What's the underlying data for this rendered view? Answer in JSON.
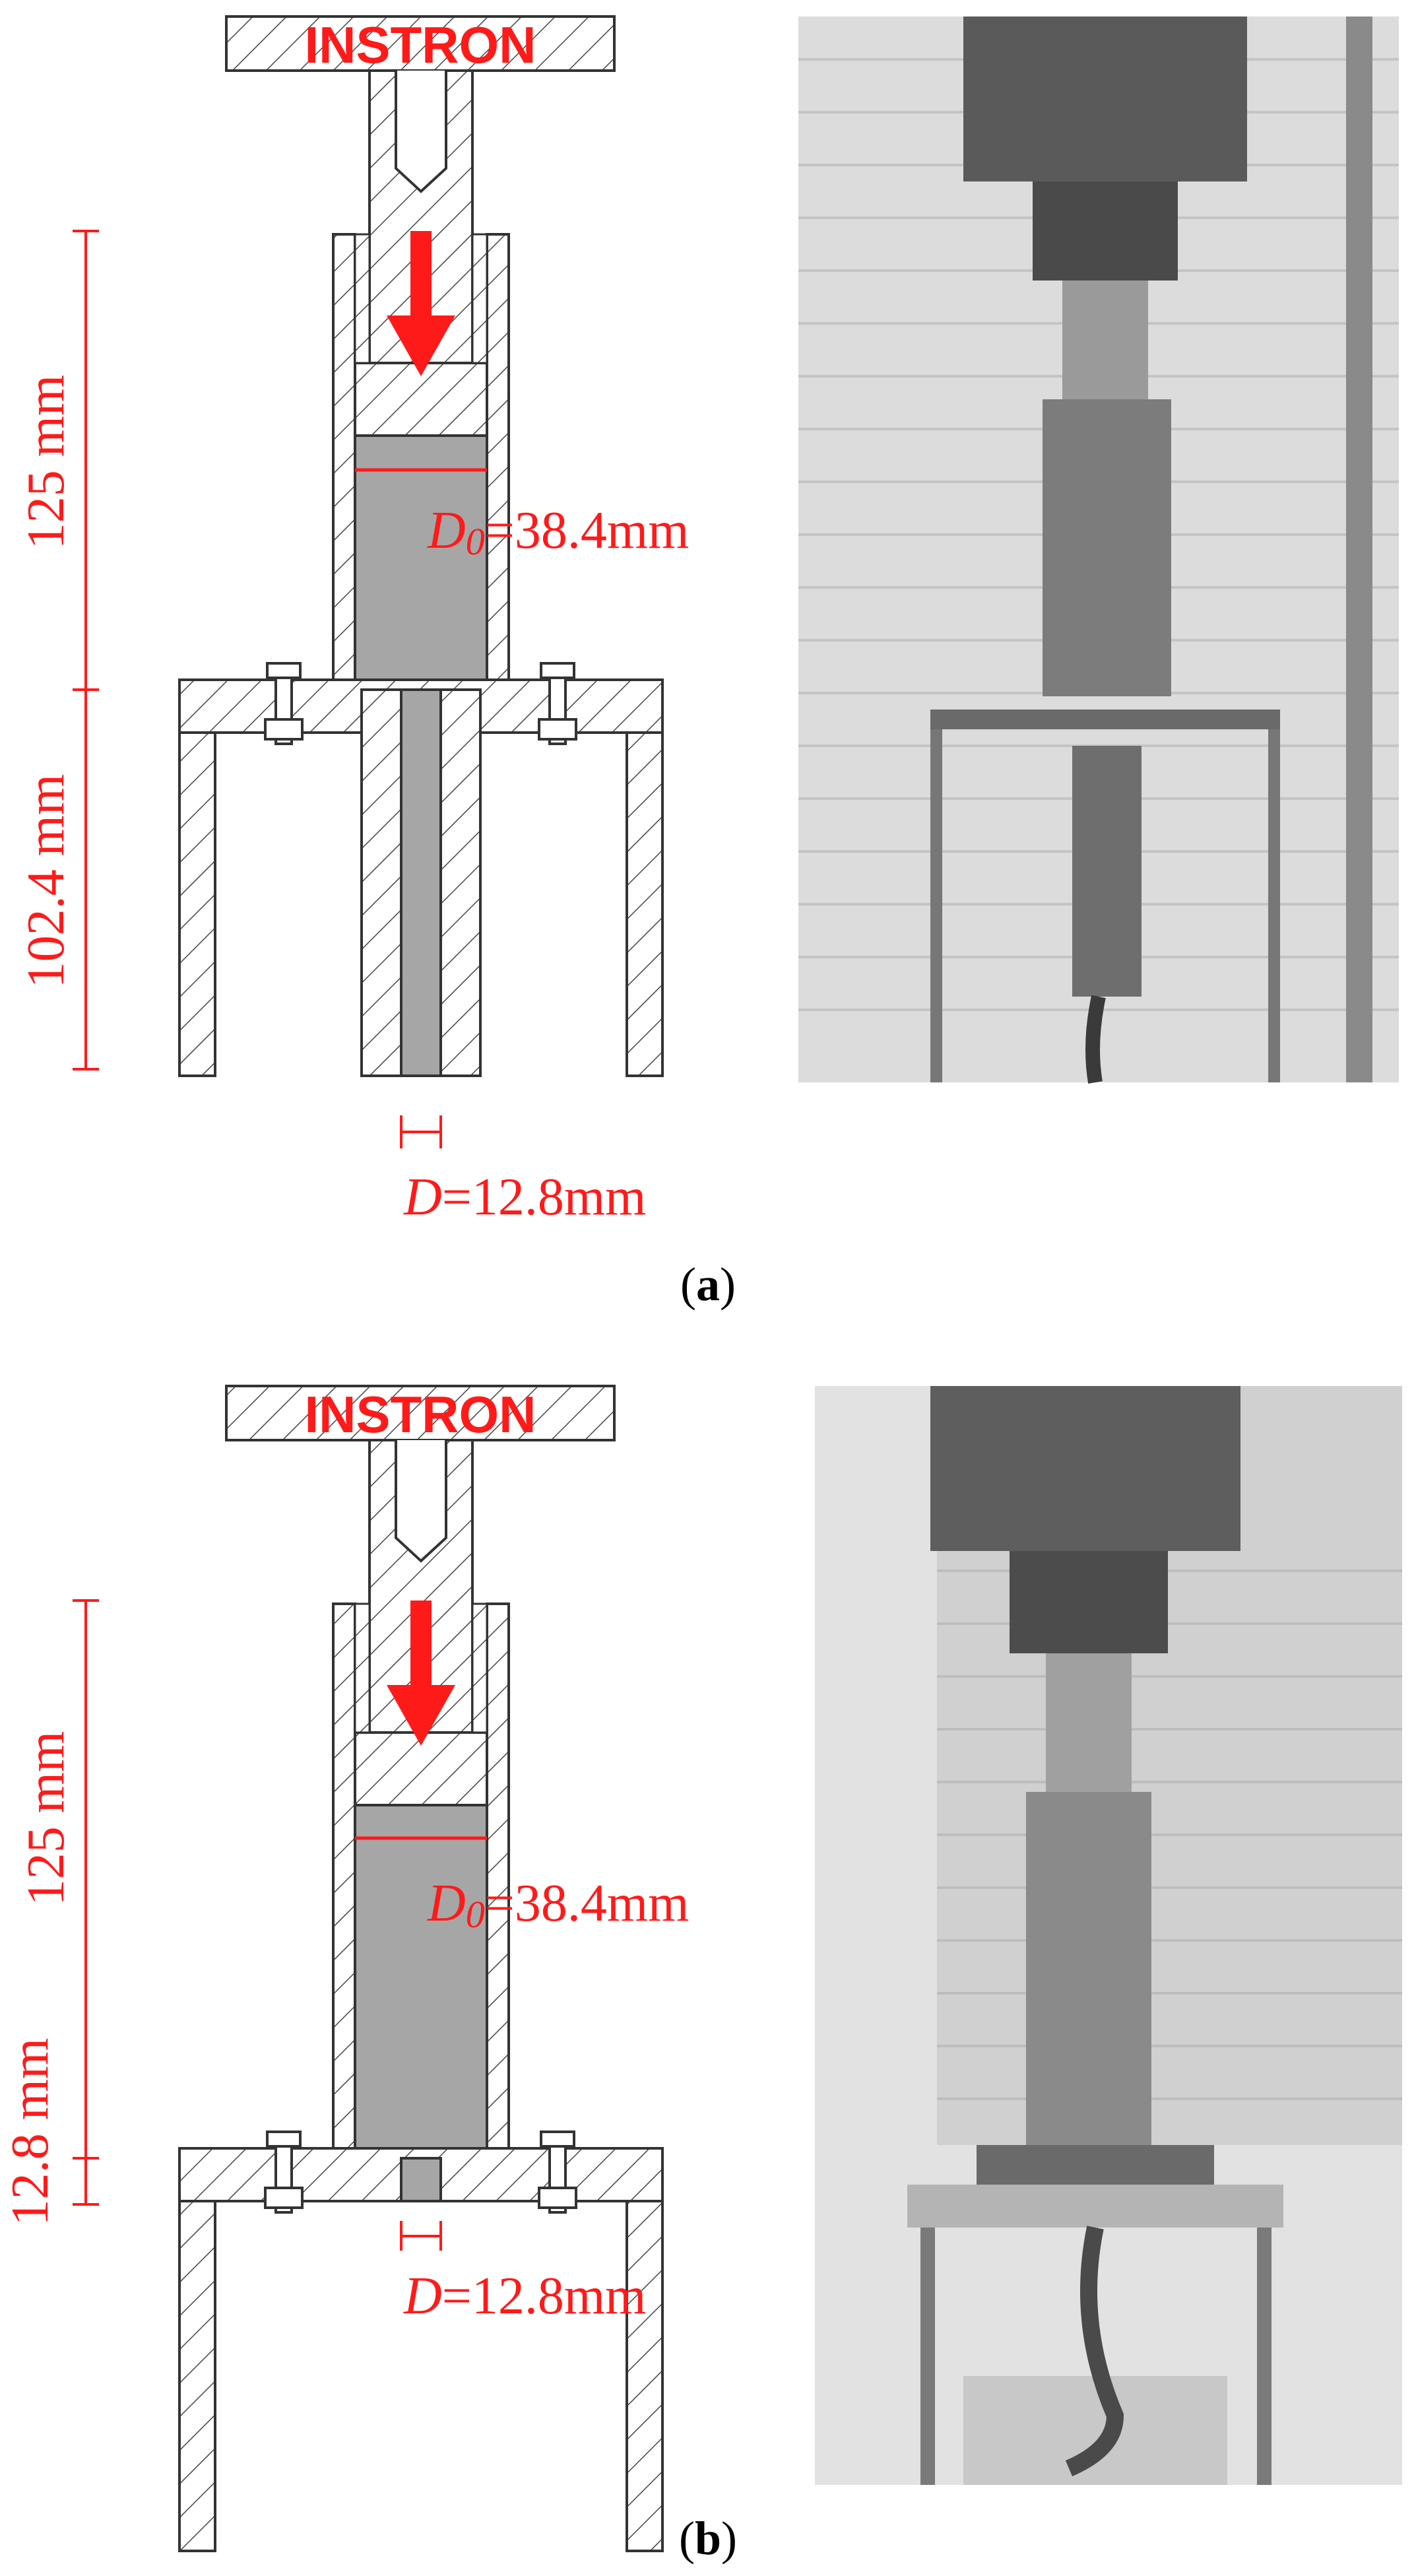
{
  "panels": [
    {
      "id": "a",
      "caption_letter": "a",
      "instron_label": "INSTRON",
      "dim_top": "125 mm",
      "dim_bottom": "102.4 mm",
      "d0_symbol": "D",
      "d0_subscript": "0",
      "d0_value": "=38.4mm",
      "d_symbol": "D",
      "d_value": "=12.8mm",
      "photo_desc": "rig-with-long-die"
    },
    {
      "id": "b",
      "caption_letter": "b",
      "instron_label": "INSTRON",
      "dim_top": "125 mm",
      "dim_bottom": "12.8 mm",
      "d0_symbol": "D",
      "d0_subscript": "0",
      "d0_value": "=38.4mm",
      "d_symbol": "D",
      "d_value": "=12.8mm",
      "photo_desc": "rig-with-short-die"
    }
  ],
  "colors": {
    "annotation": "#ff1a1a",
    "material": "#a6a6a6",
    "outline": "#333333"
  }
}
